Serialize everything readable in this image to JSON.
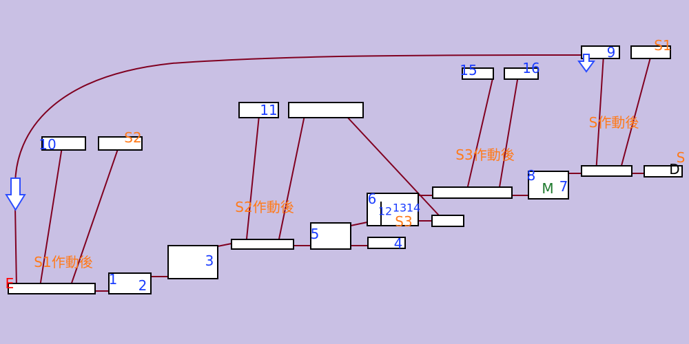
{
  "colors": {
    "background": "#c9c0e4",
    "wire": "#800020",
    "box_stroke": "#000000",
    "box_fill": "#ffffff",
    "number": "#1a3cff",
    "condition": "#ff7a1a",
    "marker_e": "#ff0000",
    "motor": "#1f7a2e",
    "arrow": "#2a4cff"
  },
  "labels": {
    "n1": "1",
    "n2": "2",
    "n3": "3",
    "n4": "4",
    "n5": "5",
    "n6": "6",
    "n7": "7",
    "n8": "8",
    "n9": "9",
    "n10": "10",
    "n11": "11",
    "n12": "12",
    "n13": "13",
    "n14": "14",
    "n15": "15",
    "n16": "16",
    "m": "M",
    "e": "E",
    "d": "D",
    "s_right": "S",
    "s1": "S1",
    "s2": "S2",
    "s3": "S3",
    "s1_after": "S1作動後",
    "s2_after": "S2作動後",
    "s3_after": "S3作動後",
    "s_after": "S作動後"
  }
}
